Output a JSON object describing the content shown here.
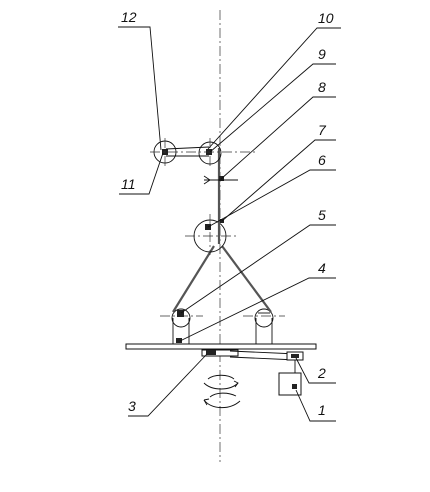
{
  "callouts": [
    {
      "id": "1",
      "text": "1"
    },
    {
      "id": "2",
      "text": "2"
    },
    {
      "id": "3",
      "text": "3"
    },
    {
      "id": "4",
      "text": "4"
    },
    {
      "id": "5",
      "text": "5"
    },
    {
      "id": "6",
      "text": "6"
    },
    {
      "id": "7",
      "text": "7"
    },
    {
      "id": "8",
      "text": "8"
    },
    {
      "id": "9",
      "text": "9"
    },
    {
      "id": "10",
      "text": "10"
    },
    {
      "id": "11",
      "text": "11"
    },
    {
      "id": "12",
      "text": "12"
    }
  ],
  "colors": {
    "line": "#111111",
    "rope": "#555555",
    "background": "#ffffff"
  }
}
